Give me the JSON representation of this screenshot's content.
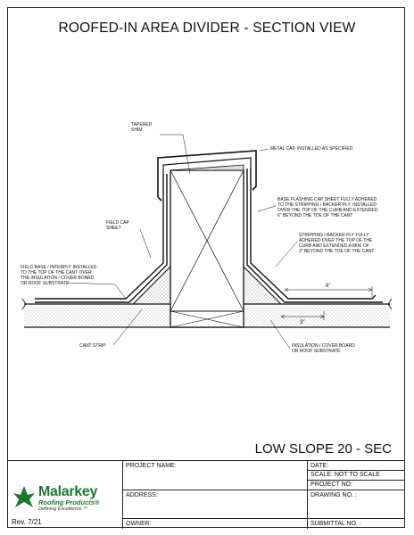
{
  "title": "ROOFED-IN AREA DIVIDER - SECTION VIEW",
  "detail_code": "LOW SLOPE 20 - SEC",
  "callouts": {
    "tapered_shim": [
      "TAPERED",
      "SHIM"
    ],
    "metal_cap": [
      "METAL CAP, INSTALLED AS SPECIFIED"
    ],
    "base_flashing": [
      "BASE FLASHING CAP SHEET FULLY ADHERED",
      "TO THE STRIPPING / BACKER PLY; INSTALLED",
      "OVER THE TOP OF THE CURB AND EXTENDED",
      "6\" BEYOND THE TOE OF THE CANT"
    ],
    "field_cap": [
      "FIELD CAP",
      "SHEET"
    ],
    "stripping": [
      "STRIPPING / BACKER PLY FULLY",
      "ADHERED OVER THE TOP OF THE",
      "CURB AND EXTENDED A MIN. OF",
      "3\" BEYOND THE TOE OF THE CANT"
    ],
    "field_base": [
      "FIELD BASE / INTERPLY INSTALLED",
      "TO THE TOP OF THE CANT OVER",
      "THE INSULATION / COVER BOARD",
      "OR ROOF SUBSTRATE"
    ],
    "cant_strip": [
      "CANT STRIP"
    ],
    "insulation": [
      "INSULATION / COVER BOARD",
      "OR ROOF SUBSTRATE"
    ]
  },
  "dimensions": {
    "six_inch": "6\"",
    "three_inch": "3\""
  },
  "title_block": {
    "logo_brand": "Malarkey",
    "logo_sub": "Roofing Products®",
    "logo_tag": "Defining Excellence.™",
    "revision": "Rev. 7/21",
    "project_name": "PROJECT NAME:",
    "address": "ADDRESS:",
    "owner": "OWNER:",
    "date": "DATE:",
    "scale": "SCALE:  NOT TO SCALE",
    "project_no": "PROJECT NO:",
    "drawing_no": "DRAWING NO. :",
    "submittal_no": "SUBMITTAL NO. :"
  }
}
